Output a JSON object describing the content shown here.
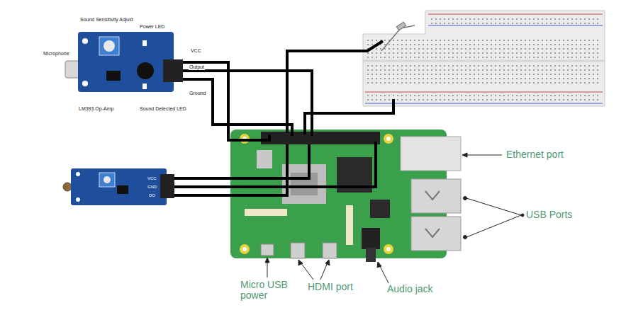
{
  "diagram": {
    "labels": [
      "Microphone",
      "Sound Sensitivity Adjust",
      "Power LED",
      "VCC",
      "Output",
      "Ground",
      "LM393 Op-Amp",
      "Sound Detected LED",
      "VCC",
      "GND",
      "DO",
      "Ethernet port",
      "USB Ports",
      "Micro USB power",
      "HDMI port",
      "Audio jack"
    ]
  }
}
